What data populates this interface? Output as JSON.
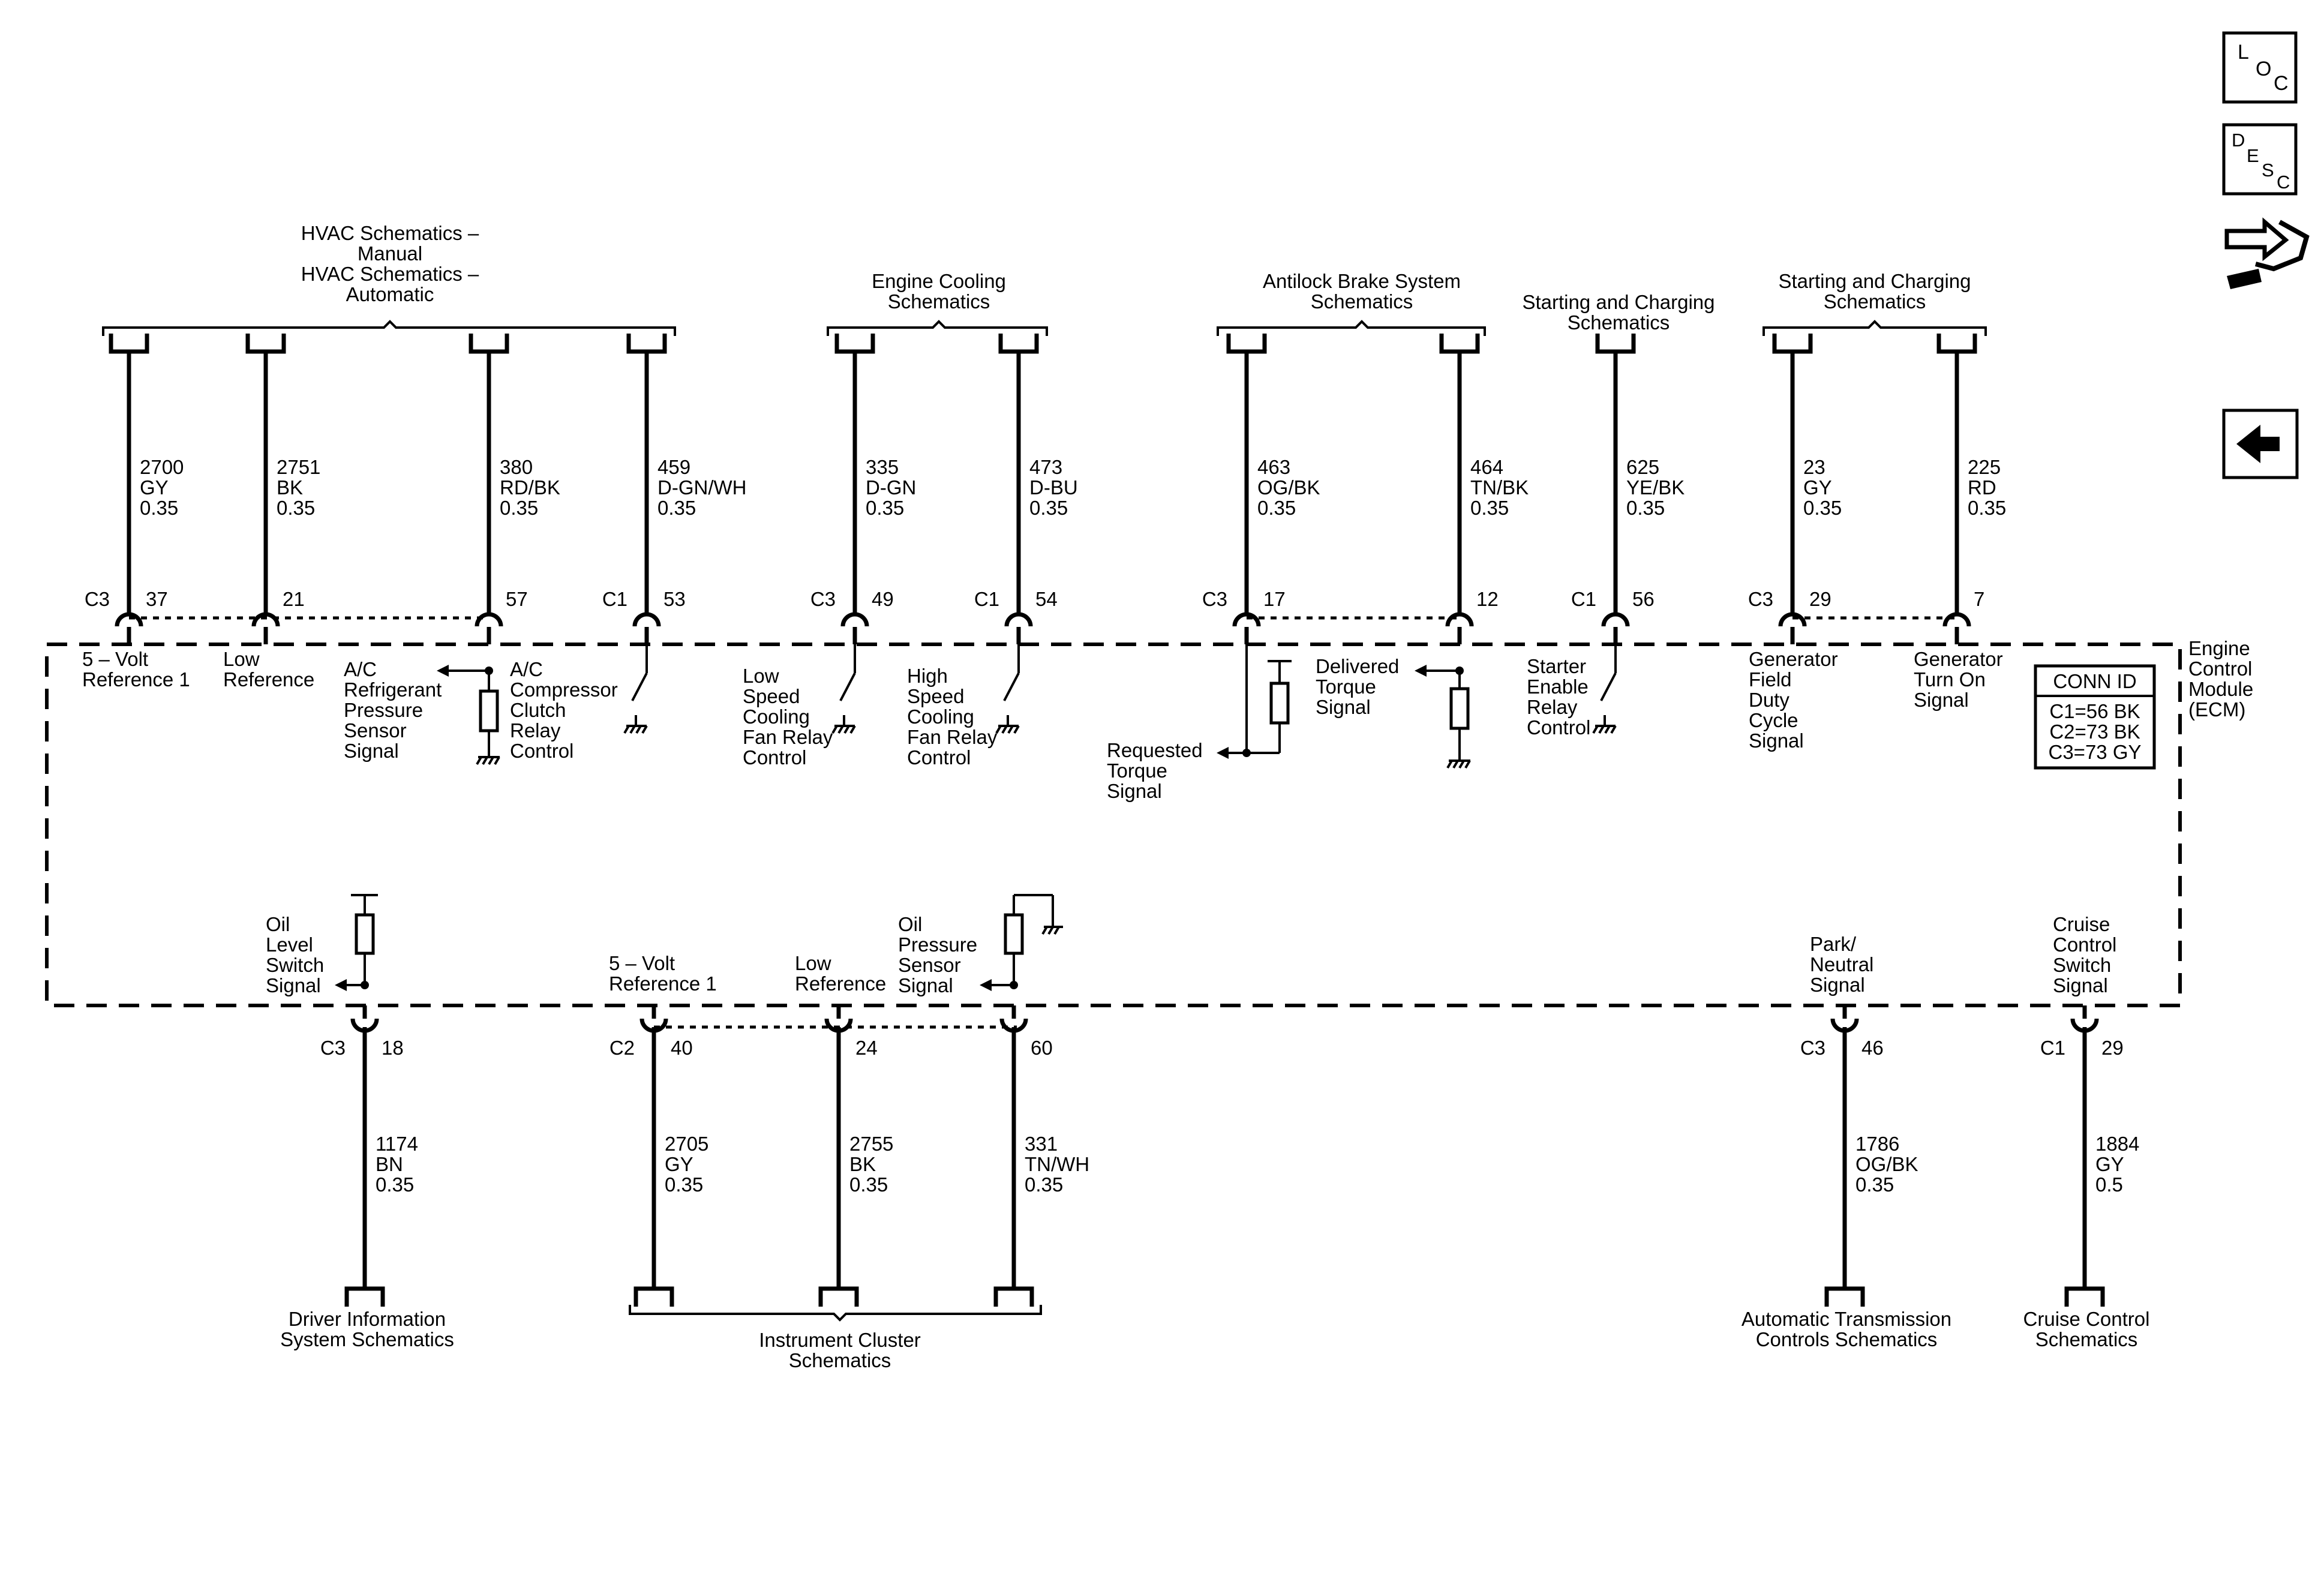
{
  "nav": {
    "loc": [
      "L",
      "O",
      "C"
    ],
    "desc": [
      "D",
      "E",
      "S",
      "C"
    ]
  },
  "module": {
    "name": [
      "Engine",
      "Control",
      "Module",
      "(ECM)"
    ]
  },
  "conn_id": {
    "title": "CONN ID",
    "rows": [
      "C1=56 BK",
      "C2=73 BK",
      "C3=73 GY"
    ]
  },
  "top": {
    "groups": [
      {
        "lines": [
          "HVAC Schematics –",
          "Manual",
          "HVAC Schematics –",
          "Automatic"
        ]
      },
      {
        "lines": [
          "Engine Cooling",
          "Schematics"
        ]
      },
      {
        "lines": [
          "Antilock Brake System",
          "Schematics"
        ]
      },
      {
        "lines": [
          "Starting and Charging",
          "Schematics"
        ]
      },
      {
        "lines": [
          "Starting and Charging",
          "Schematics"
        ]
      }
    ],
    "wires": [
      {
        "circuit": "2700",
        "color": "GY",
        "size": "0.35",
        "conn": "C3",
        "pin": "37",
        "function": [
          "5 – Volt",
          "Reference 1"
        ]
      },
      {
        "circuit": "2751",
        "color": "BK",
        "size": "0.35",
        "conn": "",
        "pin": "21",
        "function": [
          "Low",
          "Reference"
        ]
      },
      {
        "circuit": "380",
        "color": "RD/BK",
        "size": "0.35",
        "conn": "",
        "pin": "57",
        "function": [
          "A/C",
          "Compressor",
          "Clutch",
          "Relay",
          "Control"
        ]
      },
      {
        "circuit": "459",
        "color": "D-GN/WH",
        "size": "0.35",
        "conn": "C1",
        "pin": "53",
        "function": []
      },
      {
        "circuit": "335",
        "color": "D-GN",
        "size": "0.35",
        "conn": "C3",
        "pin": "49",
        "function": [
          "Low",
          "Speed",
          "Cooling",
          "Fan Relay",
          "Control"
        ]
      },
      {
        "circuit": "473",
        "color": "D-BU",
        "size": "0.35",
        "conn": "C1",
        "pin": "54",
        "function": [
          "High",
          "Speed",
          "Cooling",
          "Fan Relay",
          "Control"
        ]
      },
      {
        "circuit": "463",
        "color": "OG/BK",
        "size": "0.35",
        "conn": "C3",
        "pin": "17",
        "function": [
          "Requested",
          "Torque",
          "Signal"
        ]
      },
      {
        "circuit": "464",
        "color": "TN/BK",
        "size": "0.35",
        "conn": "",
        "pin": "12",
        "function": [
          "Delivered",
          "Torque",
          "Signal"
        ]
      },
      {
        "circuit": "625",
        "color": "YE/BK",
        "size": "0.35",
        "conn": "C1",
        "pin": "56",
        "function": [
          "Starter",
          "Enable",
          "Relay",
          "Control"
        ]
      },
      {
        "circuit": "23",
        "color": "GY",
        "size": "0.35",
        "conn": "C3",
        "pin": "29",
        "function": [
          "Generator",
          "Field",
          "Duty",
          "Cycle",
          "Signal"
        ]
      },
      {
        "circuit": "225",
        "color": "RD",
        "size": "0.35",
        "conn": "",
        "pin": "7",
        "function": [
          "Generator",
          "Turn On",
          "Signal"
        ]
      }
    ],
    "extra_function": [
      "A/C",
      "Refrigerant",
      "Pressure",
      "Sensor",
      "Signal"
    ]
  },
  "bottom": {
    "wires": [
      {
        "circuit": "1174",
        "color": "BN",
        "size": "0.35",
        "conn": "C3",
        "pin": "18",
        "function": [
          "Oil",
          "Level",
          "Switch",
          "Signal"
        ]
      },
      {
        "circuit": "2705",
        "color": "GY",
        "size": "0.35",
        "conn": "C2",
        "pin": "40",
        "function": [
          "5 – Volt",
          "Reference 1"
        ]
      },
      {
        "circuit": "2755",
        "color": "BK",
        "size": "0.35",
        "conn": "",
        "pin": "24",
        "function": [
          "Low",
          "Reference"
        ]
      },
      {
        "circuit": "331",
        "color": "TN/WH",
        "size": "0.35",
        "conn": "",
        "pin": "60",
        "function": [
          "Oil",
          "Pressure",
          "Sensor",
          "Signal"
        ]
      },
      {
        "circuit": "1786",
        "color": "OG/BK",
        "size": "0.35",
        "conn": "C3",
        "pin": "46",
        "function": [
          "Park/",
          "Neutral",
          "Signal"
        ]
      },
      {
        "circuit": "1884",
        "color": "GY",
        "size": "0.5",
        "conn": "C1",
        "pin": "29",
        "function": [
          "Cruise",
          "Control",
          "Switch",
          "Signal"
        ]
      }
    ],
    "groups": [
      {
        "lines": [
          "Driver Information",
          "System Schematics"
        ]
      },
      {
        "lines": [
          "Instrument Cluster",
          "Schematics"
        ]
      },
      {
        "lines": [
          "Automatic Transmission",
          "Controls Schematics"
        ]
      },
      {
        "lines": [
          "Cruise Control",
          "Schematics"
        ]
      }
    ]
  }
}
